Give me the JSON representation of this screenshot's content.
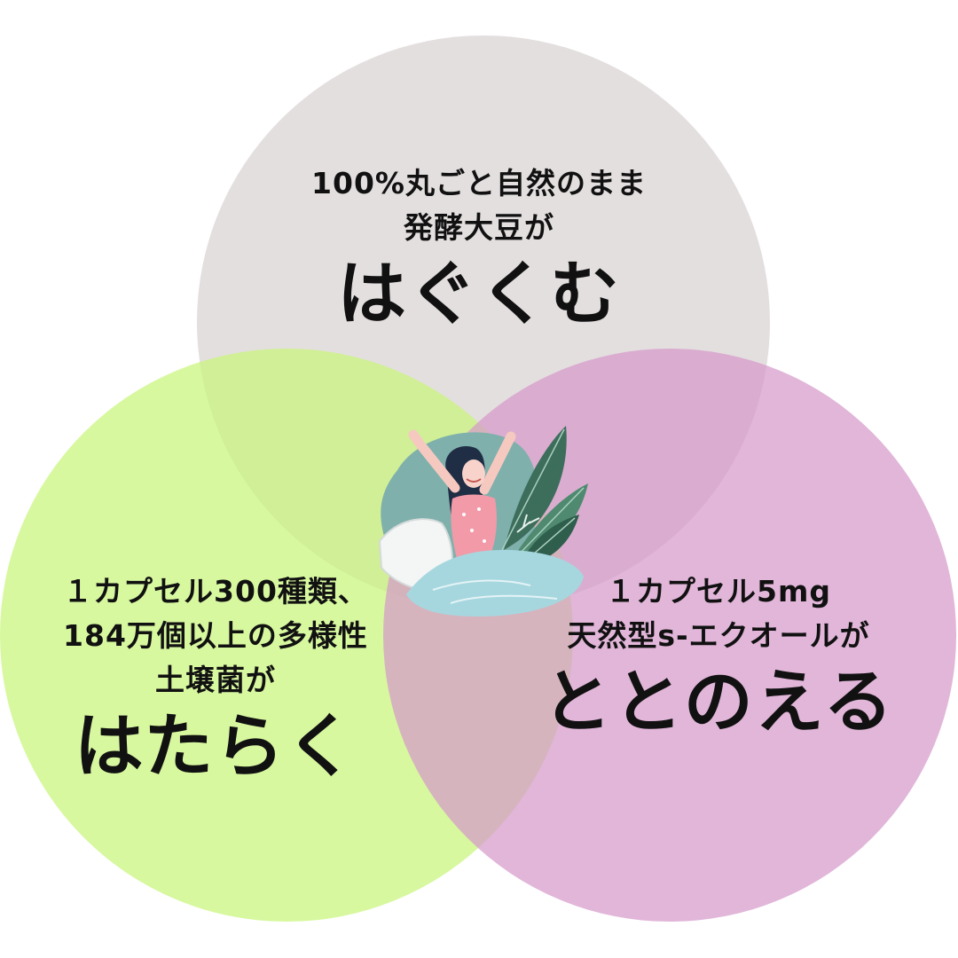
{
  "colors": {
    "top_circle": "#d9d2d3",
    "left_circle": "#c7f57a",
    "right_circle": "#d59acb"
  },
  "top": {
    "line1": "100%丸ごと自然のまま",
    "line2": "発酵大豆が",
    "big": "はぐくむ"
  },
  "left": {
    "line1": "１カプセル300種類、",
    "line2": "184万個以上の多様性",
    "line3": "土壌菌が",
    "big": "はたらく"
  },
  "right": {
    "line1": "１カプセル5mg",
    "line2": "天然型s-エクオールが",
    "big": "ととのえる"
  },
  "illustration": "woman-waking-up-stretching-in-bed"
}
